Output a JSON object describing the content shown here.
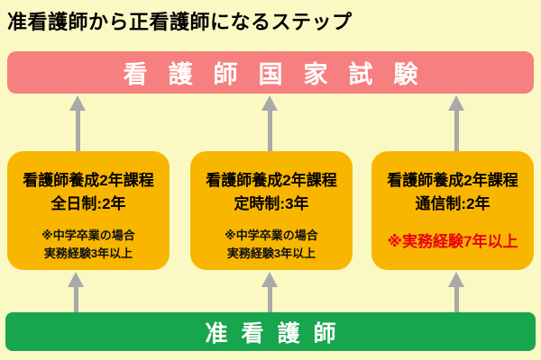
{
  "colors": {
    "bg": "#FAF9C4",
    "pink": "#F5807F",
    "orange": "#F9B600",
    "green": "#17A64D",
    "arrow": "#A9A9A9",
    "note-red": "#E60012"
  },
  "title": "准看護師から正看護師になるステップ",
  "exam_bar": {
    "label": "看護師国家試験"
  },
  "license_bar": {
    "label": "准看護師"
  },
  "courses": [
    {
      "line1": "看護師養成2年課程",
      "line2": "全日制:2年",
      "note1": "※中学卒業の場合",
      "note2": "実務経験3年以上"
    },
    {
      "line1": "看護師養成2年課程",
      "line2": "定時制:3年",
      "note1": "※中学卒業の場合",
      "note2": "実務経験3年以上"
    },
    {
      "line1": "看護師養成2年課程",
      "line2": "通信制:2年",
      "note1": "※実務経験7年以上"
    }
  ]
}
